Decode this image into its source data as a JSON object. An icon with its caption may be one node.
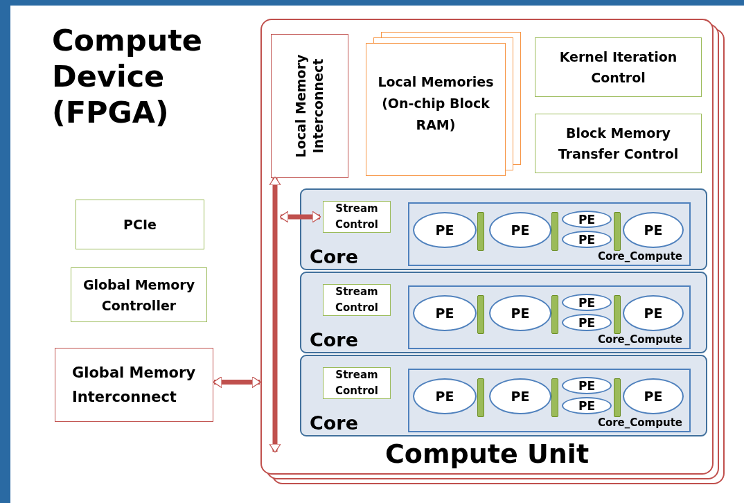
{
  "diagram": {
    "title": "Compute Device (FPGA)",
    "nodes": [
      {
        "text": [
          "Compute Unit"
        ]
      },
      {
        "text": [
          "Local Memory Interconnect"
        ],
        "in": 0
      },
      {
        "text": [
          "Local Memories (On-chip Block RAM)"
        ],
        "in": 0
      },
      {
        "text": [
          "Kernel Iteration Control"
        ],
        "in": 0
      },
      {
        "text": [
          "Block Memory Transfer Control"
        ],
        "in": 0
      },
      {
        "text": [
          "Core"
        ],
        "in": 0
      },
      {
        "text": [
          "Stream Control"
        ],
        "in": 5
      },
      {
        "text": [
          "Core_Compute"
        ],
        "in": 5
      },
      {
        "text": [
          "PE"
        ],
        "in": 7
      },
      {
        "text": [],
        "shape": "bar",
        "in": 7
      },
      {
        "text": [
          "PE"
        ],
        "in": 7
      },
      {
        "text": [],
        "shape": "bar",
        "in": 7
      },
      {
        "text": [
          "PE"
        ],
        "in": 7
      },
      {
        "text": [
          "PE"
        ],
        "in": 7
      },
      {
        "text": [],
        "shape": "bar",
        "in": 7
      },
      {
        "text": [
          "PE"
        ],
        "in": 7
      },
      {
        "text": [
          "Core"
        ],
        "in": 0
      },
      {
        "text": [
          "Stream Control"
        ],
        "in": 16
      },
      {
        "text": [
          "Core_Compute"
        ],
        "in": 16
      },
      {
        "text": [
          "PE"
        ],
        "in": 18
      },
      {
        "text": [],
        "shape": "bar",
        "in": 18
      },
      {
        "text": [
          "PE"
        ],
        "in": 18
      },
      {
        "text": [],
        "shape": "bar",
        "in": 18
      },
      {
        "text": [
          "PE"
        ],
        "in": 18
      },
      {
        "text": [
          "PE"
        ],
        "in": 18
      },
      {
        "text": [],
        "shape": "bar",
        "in": 18
      },
      {
        "text": [
          "PE"
        ],
        "in": 18
      },
      {
        "text": [
          "Core"
        ],
        "in": 0
      },
      {
        "text": [
          "Stream Control"
        ],
        "in": 27
      },
      {
        "text": [
          "Core_Compute"
        ],
        "in": 27
      },
      {
        "text": [
          "PE"
        ],
        "in": 29
      },
      {
        "text": [],
        "shape": "bar",
        "in": 29
      },
      {
        "text": [
          "PE"
        ],
        "in": 29
      },
      {
        "text": [],
        "shape": "bar",
        "in": 29
      },
      {
        "text": [
          "PE"
        ],
        "in": 29
      },
      {
        "text": [
          "PE"
        ],
        "in": 29
      },
      {
        "text": [],
        "shape": "bar",
        "in": 29
      },
      {
        "text": [
          "PE"
        ],
        "in": 29
      },
      {
        "text": [
          "PCIe"
        ]
      },
      {
        "text": [
          "Global Memory Controller"
        ]
      },
      {
        "text": [
          "Global Memory Interconnect"
        ]
      }
    ],
    "edges": [
      {
        "from": null,
        "to": 1,
        "arrow": "both"
      },
      {
        "from": null,
        "to": 6,
        "arrow": "both"
      },
      {
        "from": 40,
        "to": 0,
        "arrow": "both"
      }
    ]
  }
}
